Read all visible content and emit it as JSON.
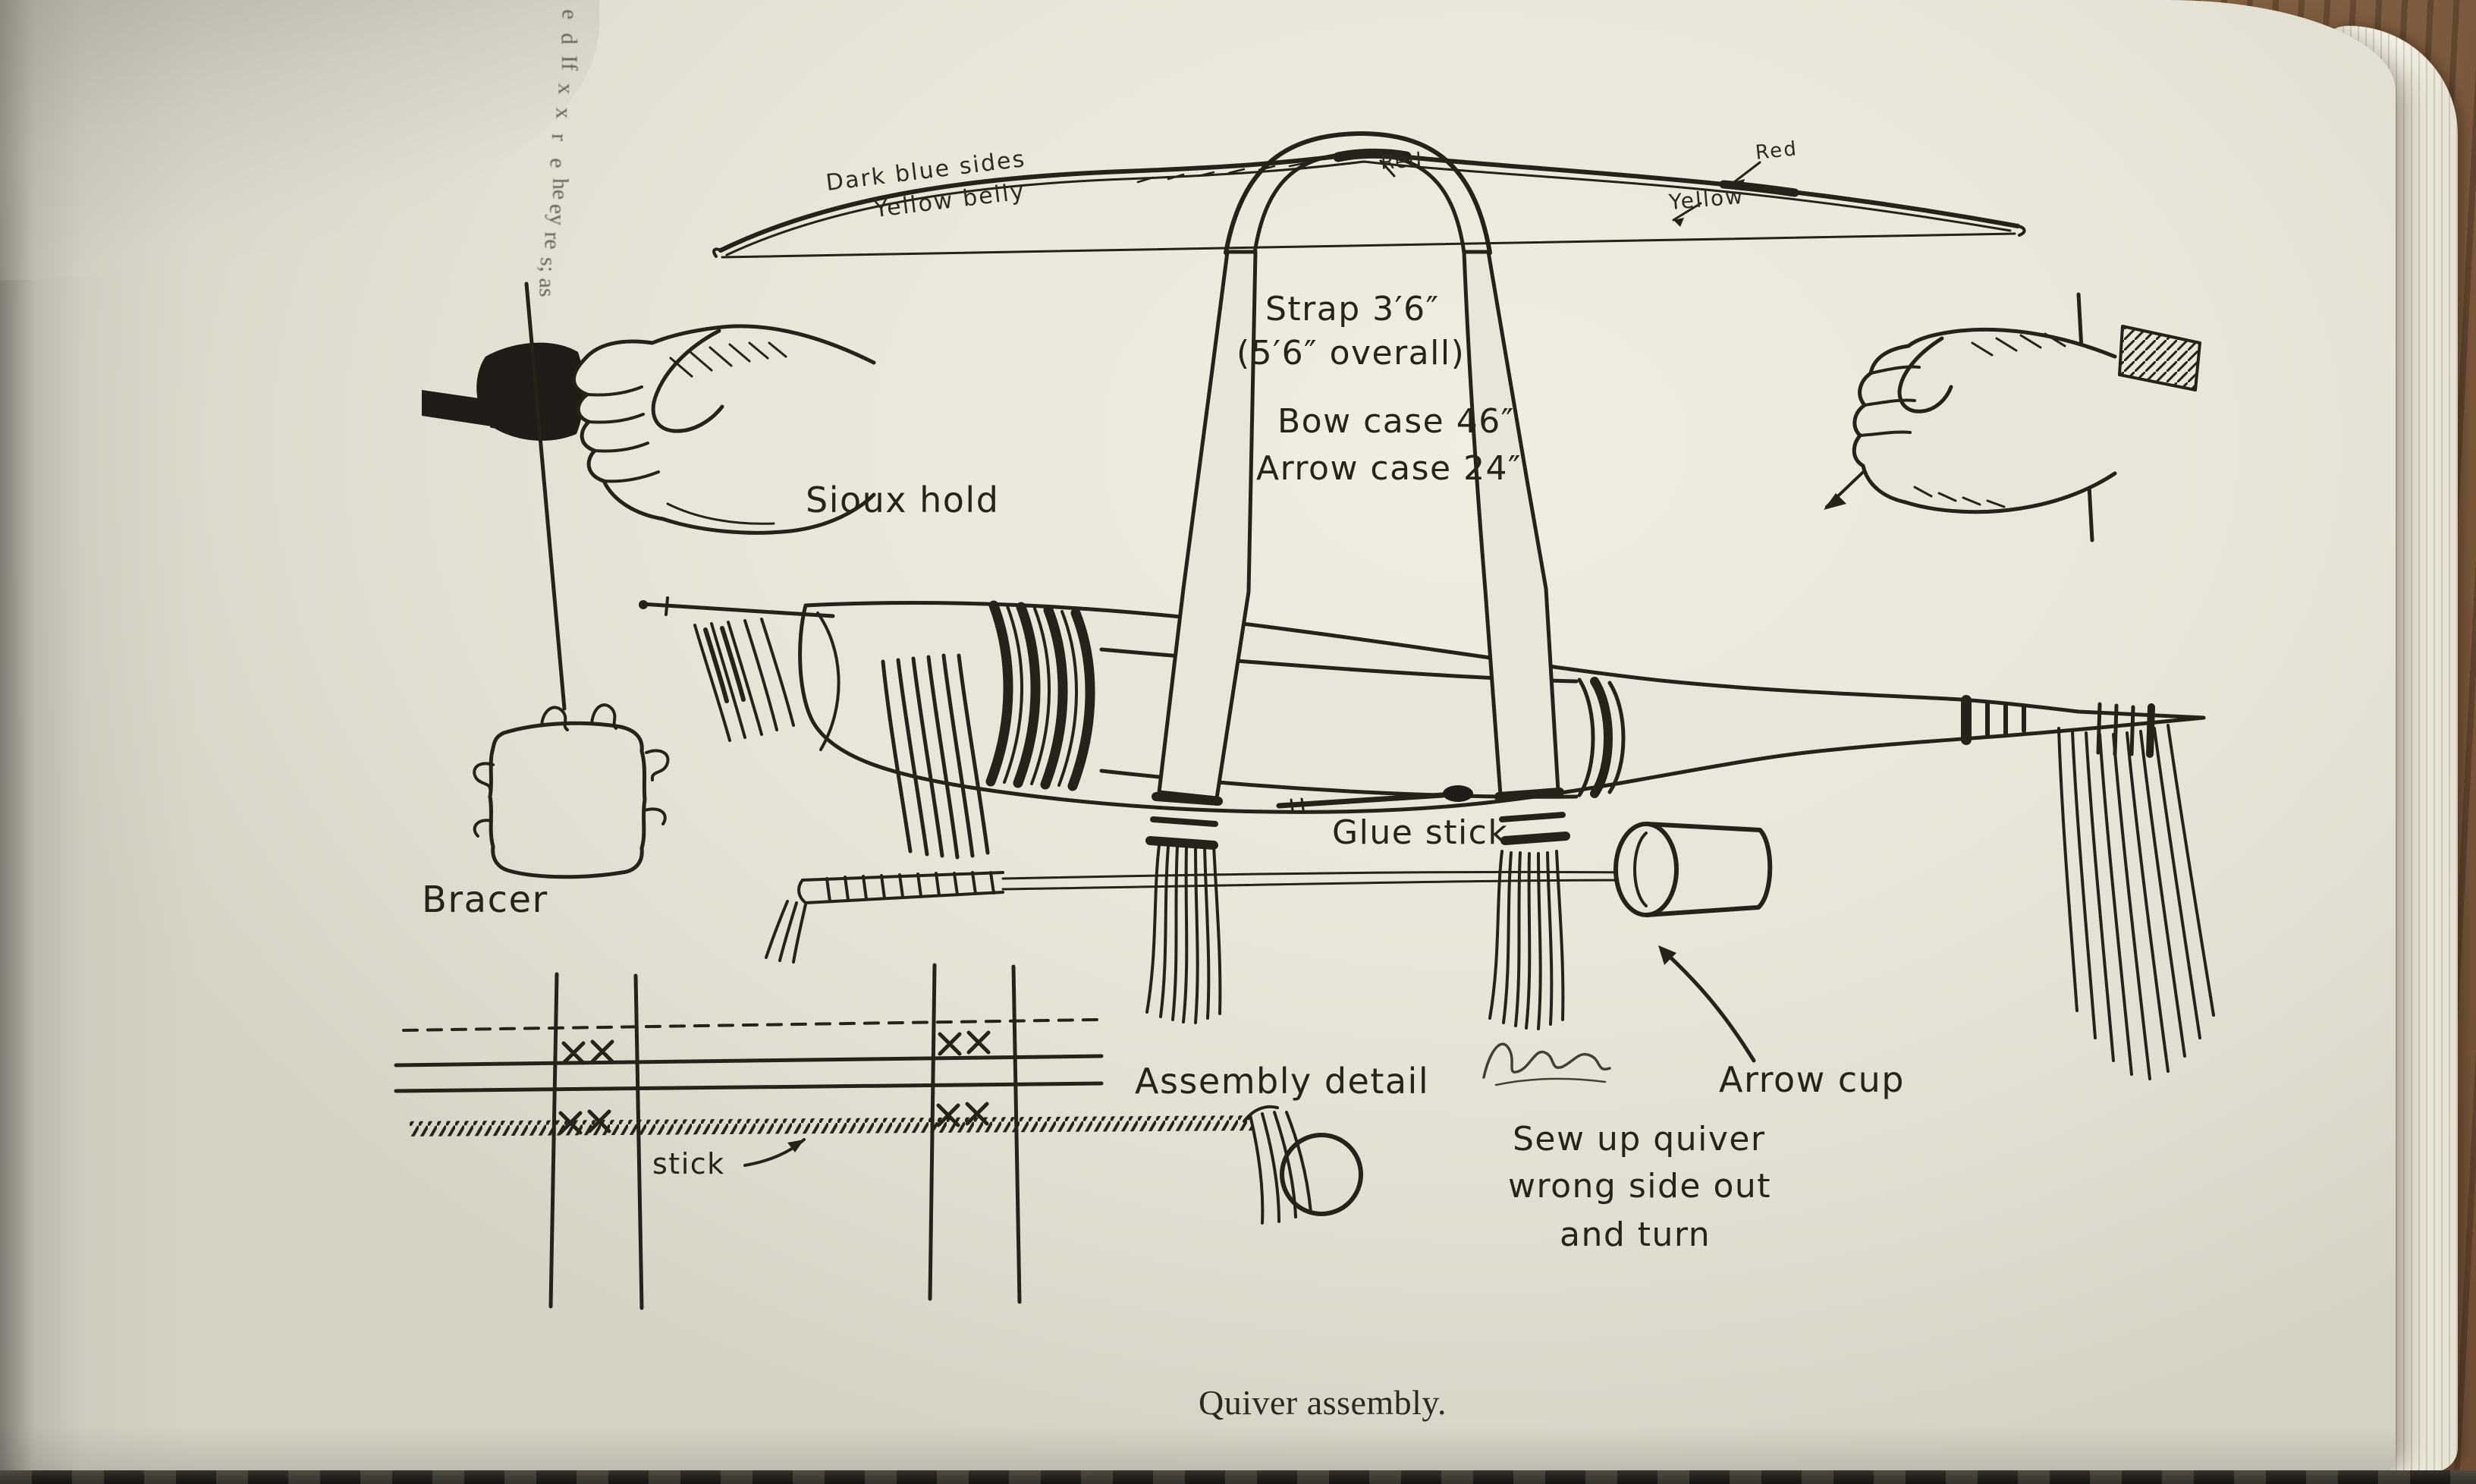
{
  "photo": {
    "caption": "Quiver assembly."
  },
  "diagram_labels": {
    "bow": {
      "dark_blue_sides": "Dark blue sides",
      "yellow_belly": "Yellow belly",
      "red_center": "Red",
      "red_right": "Red",
      "yellow_right": "Yellow"
    },
    "quiver": {
      "strap_length": "Strap 3′6″",
      "overall_length": "(5′6″ overall)",
      "bow_case_length": "Bow case 46″",
      "arrow_case_length": "Arrow case 24″",
      "glue_stick": "Glue stick",
      "arrow_cup": "Arrow cup"
    },
    "grip": {
      "sioux_hold": "Sioux hold"
    },
    "bracer": {
      "bracer": "Bracer"
    },
    "assembly": {
      "assembly_detail": "Assembly detail",
      "stick": "stick",
      "sew_note_line1": "Sew up quiver",
      "sew_note_line2": "wrong side out",
      "sew_note_line3": "and turn"
    }
  },
  "edge_text_fragments": [
    "e",
    "d",
    "If",
    "x",
    "x",
    "r",
    "e",
    "he",
    "ey",
    "re",
    "s;",
    "as"
  ],
  "colors": {
    "ink": "#262219",
    "paper": "#eae6da",
    "wood_table": "#7d5a3e"
  }
}
